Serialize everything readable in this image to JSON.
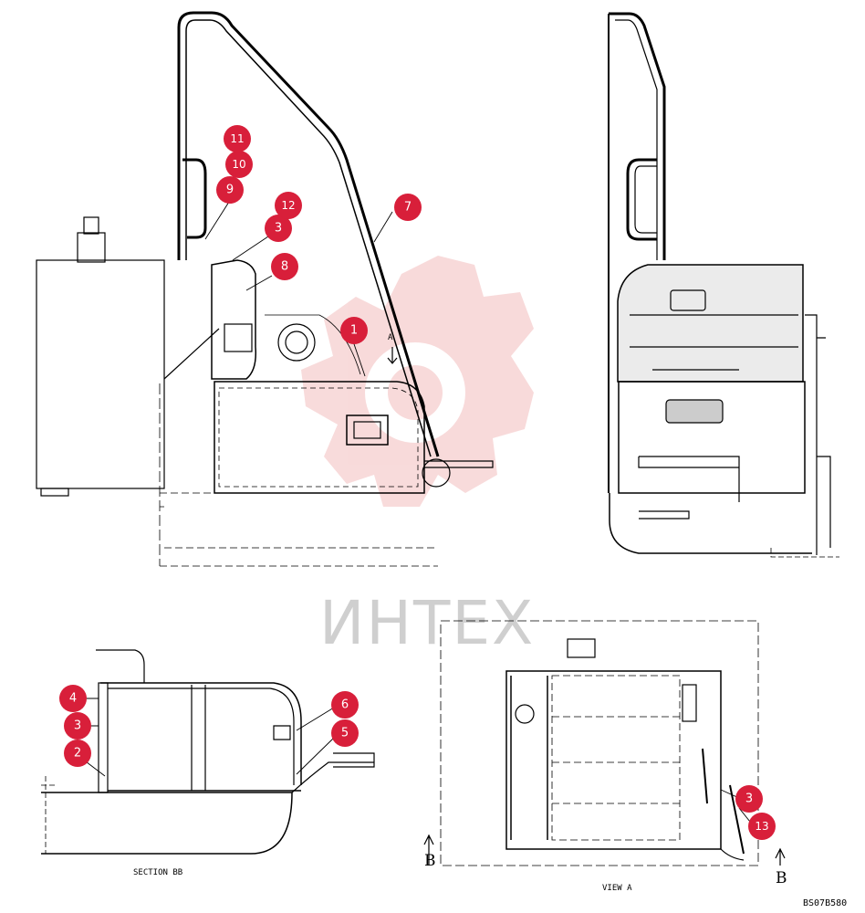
{
  "drawing_code": "BS07B580",
  "watermark_text": "ИНТЕХ",
  "captions": {
    "section_bb": "SECTION BB",
    "view_a": "VIEW A",
    "view_arrow_a": "A",
    "section_marker_left": "B",
    "section_marker_right": "B"
  },
  "callouts": [
    "1",
    "2",
    "3",
    "4",
    "5",
    "6",
    "7",
    "8",
    "9",
    "10",
    "11",
    "12",
    "13"
  ],
  "colors": {
    "callout_fill": "#d81f3a",
    "watermark": "#f2b7b7",
    "line": "#000000"
  }
}
